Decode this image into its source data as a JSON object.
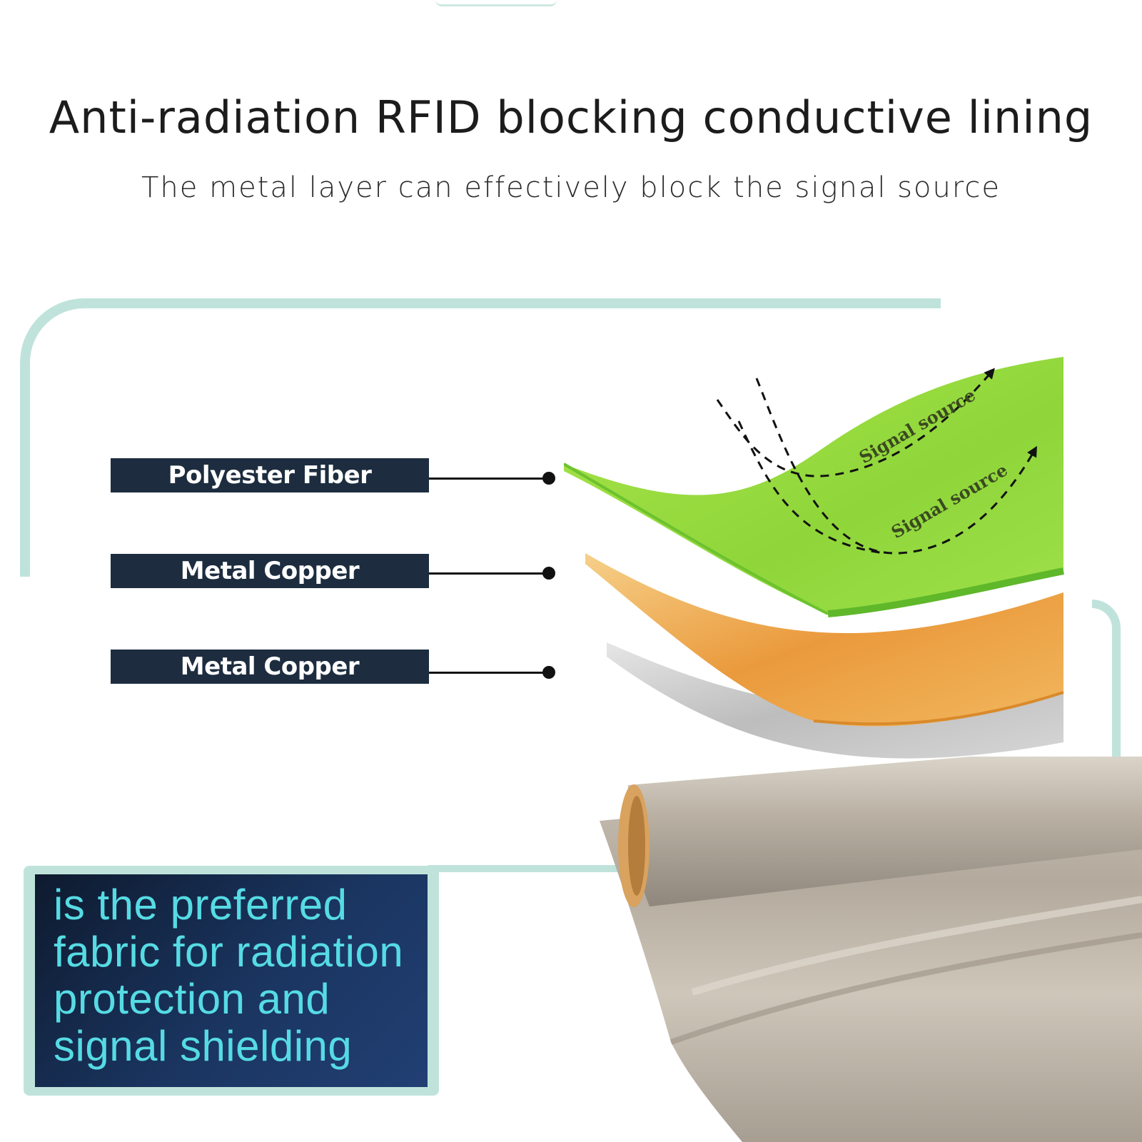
{
  "header": {
    "title": "Anti-radiation RFID blocking conductive lining",
    "subtitle": "The metal layer can effectively block the signal source"
  },
  "layers": [
    {
      "label": "Polyester Fiber",
      "color": "#8fd63a"
    },
    {
      "label": "Metal Copper",
      "color": "#f0a640"
    },
    {
      "label": "Metal Copper",
      "color": "#c9c9c9"
    }
  ],
  "diagram": {
    "signal_label_1": "Signal source",
    "signal_label_2": "Signal source"
  },
  "callout": {
    "lines": [
      "is the preferred",
      "fabric for radiation",
      "protection and",
      "signal shielding"
    ],
    "text_color": "#56dbe4",
    "background_color": "#1a3560"
  },
  "colors": {
    "accent_frame": "#bfe3db",
    "label_background": "#1d2d3f"
  }
}
